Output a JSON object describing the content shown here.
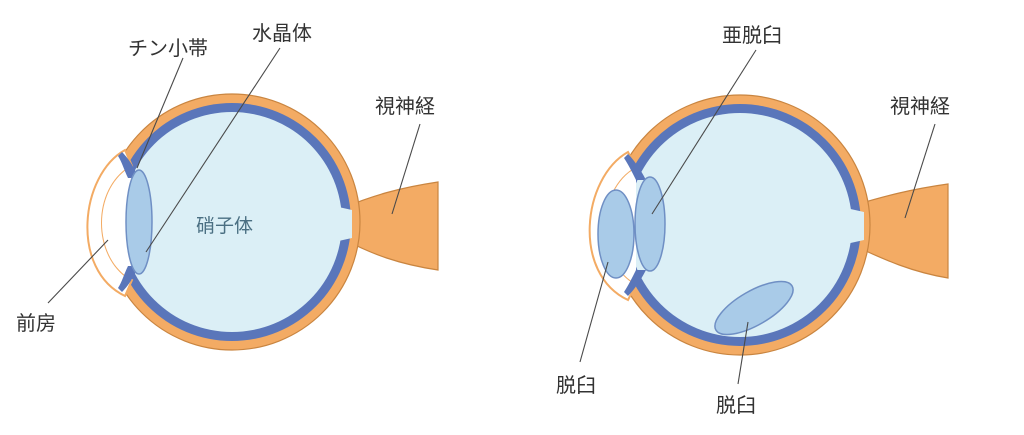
{
  "colors": {
    "sclera": "#f3ab64",
    "sclera_edge": "#c98540",
    "choroid": "#5a76ba",
    "vitreous": "#dbeff6",
    "lens": "#a9cbe8",
    "lens_edge": "#6f8fc4",
    "label_text": "#333333"
  },
  "left_eye": {
    "labels": {
      "zonule": "チン小帯",
      "lens": "水晶体",
      "optic_nerve": "視神経",
      "vitreous": "硝子体",
      "anterior_chamber": "前房"
    }
  },
  "right_eye": {
    "labels": {
      "subluxation": "亜脱臼",
      "optic_nerve": "視神経",
      "dislocation_anterior": "脱臼",
      "dislocation_posterior": "脱臼"
    }
  }
}
